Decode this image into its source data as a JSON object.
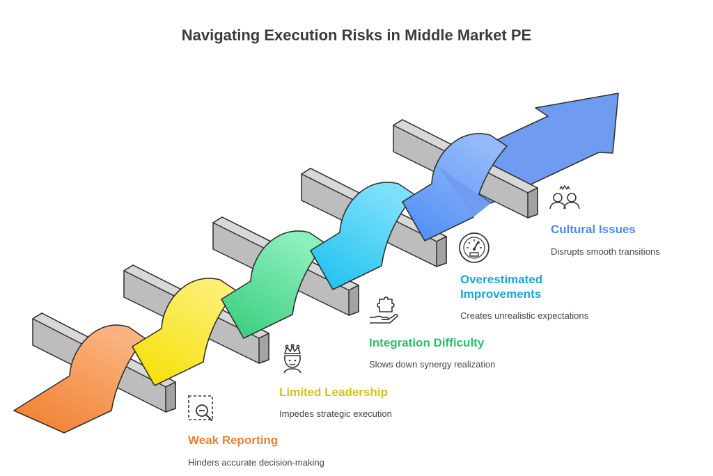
{
  "title": "Navigating Execution Risks in Middle Market PE",
  "colors": {
    "weak": "#E8803A",
    "leadership": "#D4C21C",
    "integration": "#2EBE6E",
    "overestimated": "#18A7D8",
    "cultural": "#4A8BEF",
    "bar": "#BDBDBD"
  },
  "steps": [
    {
      "label": "Weak Reporting",
      "description": "Hinders accurate decision-making",
      "icon": "search-document-icon"
    },
    {
      "label": "Limited Leadership",
      "description": "Impedes strategic execution",
      "icon": "crowned-person-icon"
    },
    {
      "label": "Integration Difficulty",
      "description": "Slows down synergy realization",
      "icon": "puzzle-hand-icon"
    },
    {
      "label": "Overestimated Improvements",
      "description": "Creates unrealistic expectations",
      "icon": "gauge-icon"
    },
    {
      "label": "Cultural Issues",
      "description": "Disrupts smooth transitions",
      "icon": "two-people-icon"
    }
  ]
}
